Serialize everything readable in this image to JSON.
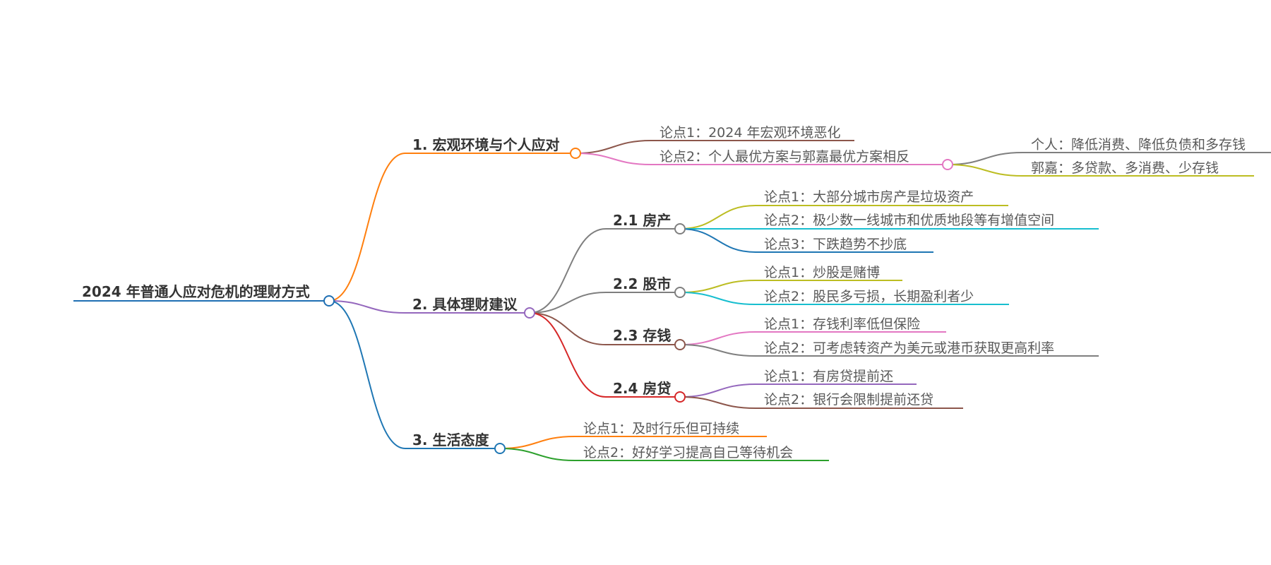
{
  "root": {
    "label": "2024 年普通人应对危机的理财方式",
    "color": "#1f6fb3"
  },
  "branches": [
    {
      "label": "1. 宏观环境与个人应对",
      "color": "#ff7f0e",
      "children": [
        {
          "label": "论点1：2024 年宏观环境恶化",
          "color": "#8c564b"
        },
        {
          "label": "论点2：个人最优方案与郭嘉最优方案相反",
          "color": "#e377c2",
          "children": [
            {
              "label": "个人：降低消费、降低负债和多存钱",
              "color": "#7f7f7f"
            },
            {
              "label": "郭嘉：多贷款、多消费、少存钱",
              "color": "#bcbd22"
            }
          ]
        }
      ]
    },
    {
      "label": "2. 具体理财建议",
      "color": "#9467bd",
      "children": [
        {
          "label": "2.1 房产",
          "color": "#7f7f7f",
          "children": [
            {
              "label": "论点1：大部分城市房产是垃圾资产",
              "color": "#bcbd22"
            },
            {
              "label": "论点2：极少数一线城市和优质地段等有增值空间",
              "color": "#17becf"
            },
            {
              "label": "论点3：下跌趋势不抄底",
              "color": "#1f77b4"
            }
          ]
        },
        {
          "label": "2.2 股市",
          "color": "#7f7f7f",
          "children": [
            {
              "label": "论点1：炒股是赌博",
              "color": "#bcbd22"
            },
            {
              "label": "论点2：股民多亏损，长期盈利者少",
              "color": "#17becf"
            }
          ]
        },
        {
          "label": "2.3 存钱",
          "color": "#8c564b",
          "children": [
            {
              "label": "论点1：存钱利率低但保险",
              "color": "#e377c2"
            },
            {
              "label": "论点2：可考虑转资产为美元或港币获取更高利率",
              "color": "#7f7f7f"
            }
          ]
        },
        {
          "label": "2.4 房贷",
          "color": "#d62728",
          "children": [
            {
              "label": "论点1：有房贷提前还",
              "color": "#9467bd"
            },
            {
              "label": "论点2：银行会限制提前还贷",
              "color": "#8c564b"
            }
          ]
        }
      ]
    },
    {
      "label": "3. 生活态度",
      "color": "#1f77b4",
      "children": [
        {
          "label": "论点1：及时行乐但可持续",
          "color": "#ff7f0e"
        },
        {
          "label": "论点2：好好学习提高自己等待机会",
          "color": "#2ca02c"
        }
      ]
    }
  ]
}
